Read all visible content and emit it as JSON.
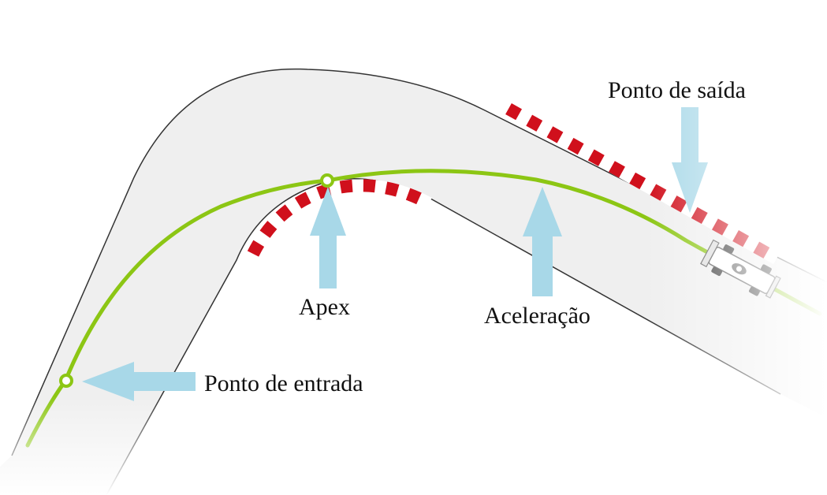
{
  "labels": {
    "exit_point": "Ponto de saída",
    "apex": "Apex",
    "acceleration": "Aceleração",
    "entry_point": "Ponto de entrada"
  },
  "colors": {
    "track_surface": "#efefef",
    "track_edge": "#333333",
    "racing_line": "#8cc614",
    "arrow": "#a8d8e8",
    "kerb_red": "#d0101c",
    "kerb_white": "#ffffff",
    "marker_fill": "#ffffff"
  },
  "icons": {
    "car": "formula-car-icon"
  }
}
